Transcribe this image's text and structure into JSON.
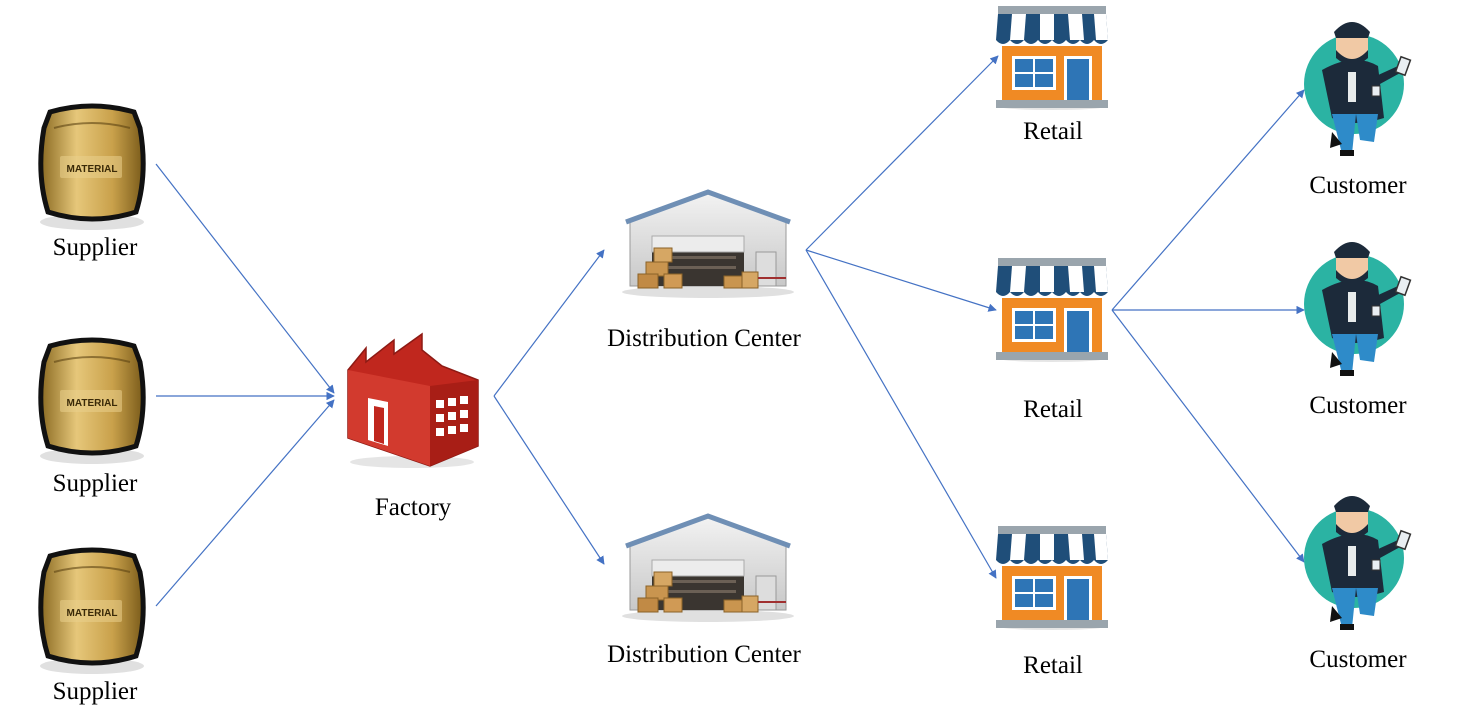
{
  "labels": {
    "supplier": "Supplier",
    "factory": "Factory",
    "distribution_center": "Distribution Center",
    "retail": "Retail",
    "customer": "Customer"
  },
  "bag_text": "MATERIAL",
  "colors": {
    "arrow": "#4472C4",
    "bag": "#C8A24A",
    "factory": "#C0271E",
    "awning_blue": "#1F4E79",
    "store_orange": "#F08A24",
    "window_blue": "#2E75B6",
    "customer_circle": "#2BB3A3",
    "customer_jacket": "#1C2A3A",
    "customer_pants": "#2E8BC9"
  },
  "icons": {
    "supplier": "material-bag-icon",
    "factory": "factory-icon",
    "distribution_center": "warehouse-icon",
    "retail": "store-icon",
    "customer": "customer-icon"
  }
}
